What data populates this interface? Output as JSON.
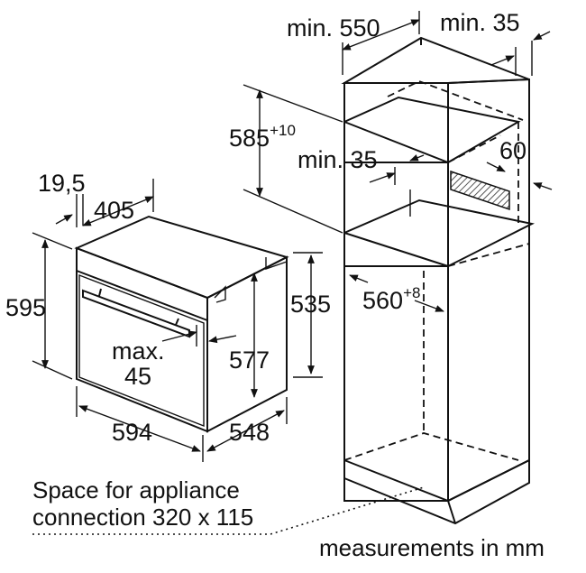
{
  "dimensions": {
    "min_550": "min. 550",
    "min_35_top": "min. 35",
    "d585": "585",
    "d585_sup": "+10",
    "min_35_mid": "min. 35",
    "d60": "60",
    "d19_5": "19,5",
    "d405": "405",
    "d595": "595",
    "d535": "535",
    "d560": "560",
    "d560_sup": "+8",
    "max_label": "max.",
    "max_value": "45",
    "d577": "577",
    "d594": "594",
    "d548": "548"
  },
  "notes": {
    "space_line1": "Space for appliance",
    "space_line2": "connection 320 x 115",
    "units": "measurements in mm"
  },
  "colors": {
    "line": "#111111",
    "background": "#ffffff",
    "hatch": "#555555"
  }
}
